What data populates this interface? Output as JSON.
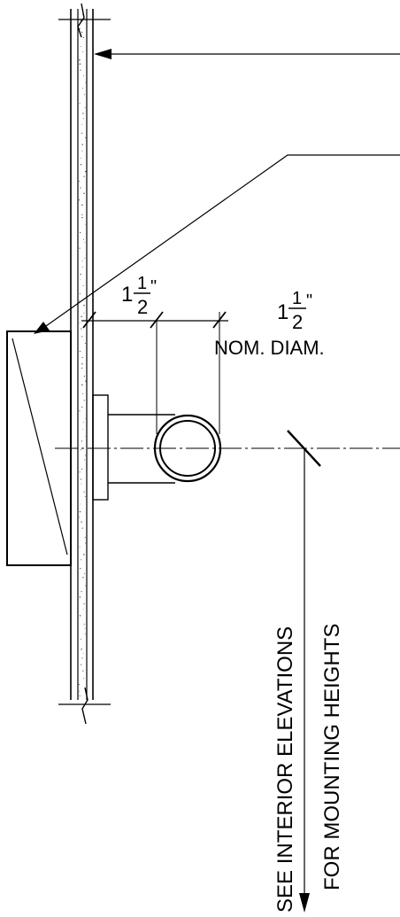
{
  "dimensions": {
    "offset": {
      "whole": "1",
      "numerator": "1",
      "denominator": "2",
      "inch": "\""
    },
    "diameter": {
      "whole": "1",
      "numerator": "1",
      "denominator": "2",
      "inch": "\""
    }
  },
  "notes": {
    "diameter_note": "NOM. DIAM.",
    "elevation_note_line1": "SEE INTERIOR  ELEVATIONS",
    "elevation_note_line2": "FOR MOUNTING HEIGHTS"
  }
}
